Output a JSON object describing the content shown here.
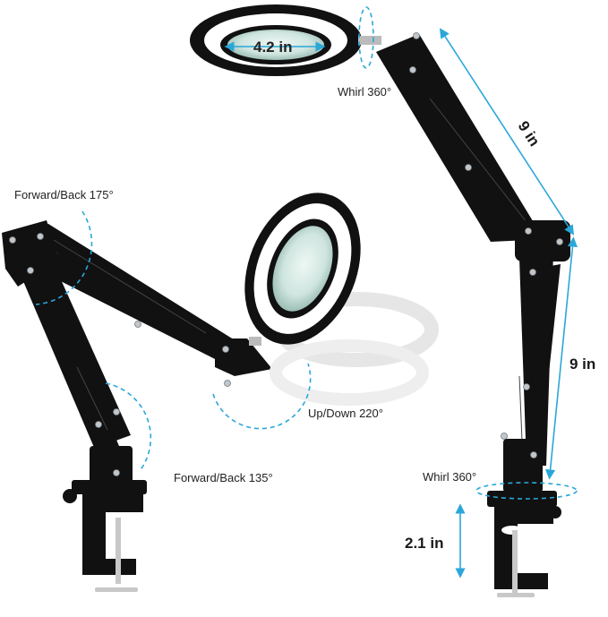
{
  "labels": {
    "lens_diameter": "4.2 in",
    "whirl_top": "Whirl 360°",
    "upper_arm_length": "9 in",
    "lower_arm_length": "9 in",
    "forward_back_top": "Forward/Back 175°",
    "forward_back_bottom": "Forward/Back 135°",
    "up_down": "Up/Down 220°",
    "whirl_base": "Whirl 360°",
    "clamp_height": "2.1 in"
  },
  "colors": {
    "accent": "#2aa7d9",
    "lamp_body": "#111111",
    "ring_light": "#ffffff"
  }
}
